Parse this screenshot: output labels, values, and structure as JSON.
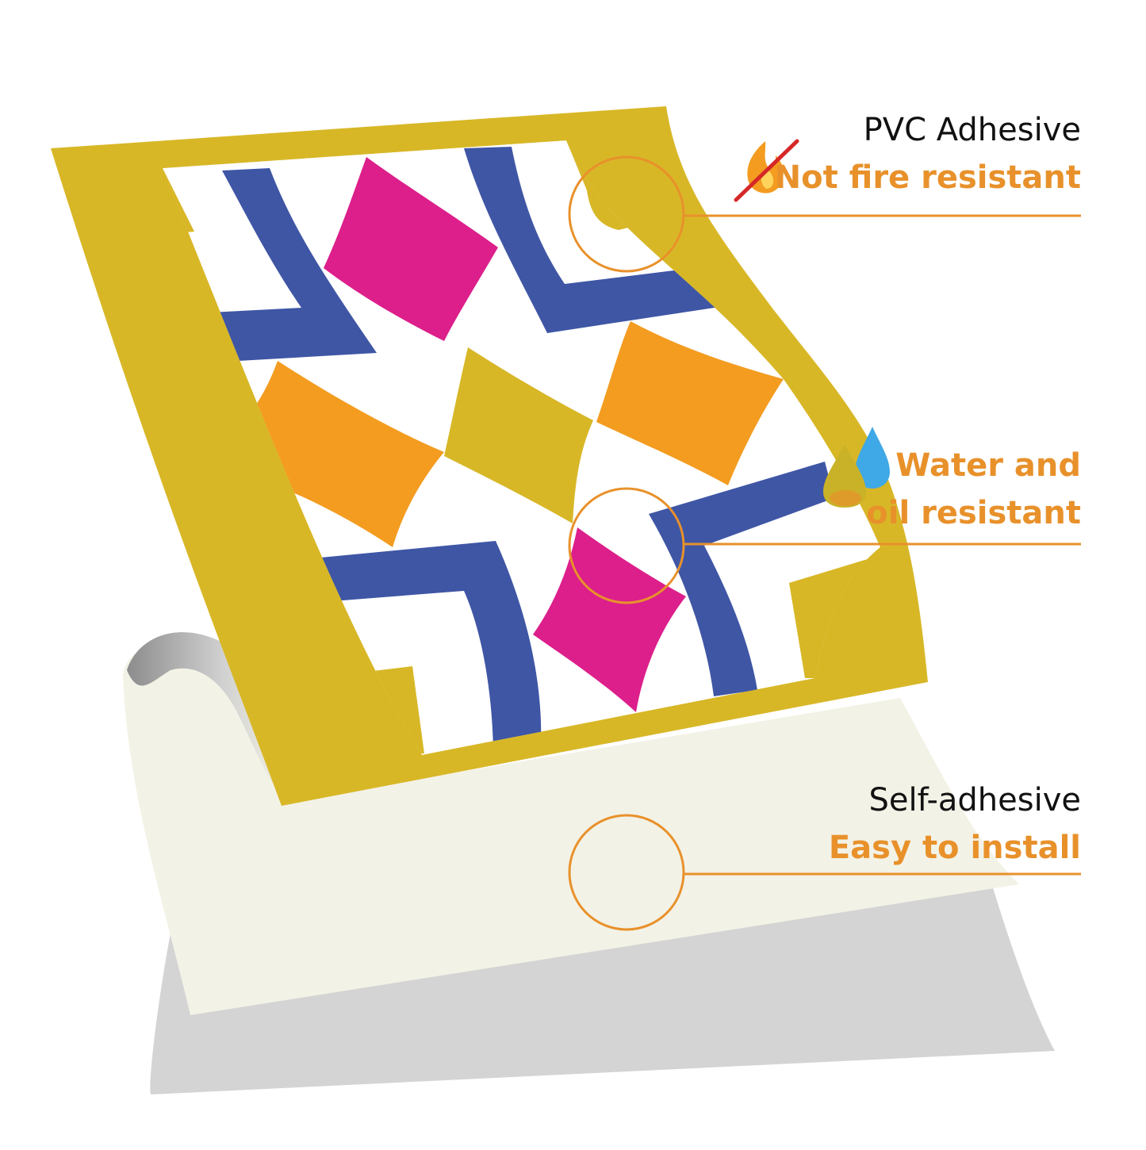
{
  "colors": {
    "frame": "#D8B727",
    "blue": "#3F56A5",
    "magenta": "#DC1F8B",
    "orange": "#F39C20",
    "accent": "#E8912B",
    "liner": "#F5F4E8",
    "shadow": "#D2D2D2"
  },
  "features": [
    {
      "title": "PVC Adhesive",
      "subtitle": "Not fire resistant",
      "icon": "crossed-fire-icon"
    },
    {
      "title": "",
      "subtitle": "Water and oil resistant",
      "subtitle_lines": [
        "Water and",
        "oil resistant"
      ],
      "icon": "water-oil-drops-icon"
    },
    {
      "title": "Self-adhesive",
      "subtitle": "Easy to install",
      "icon": ""
    }
  ]
}
